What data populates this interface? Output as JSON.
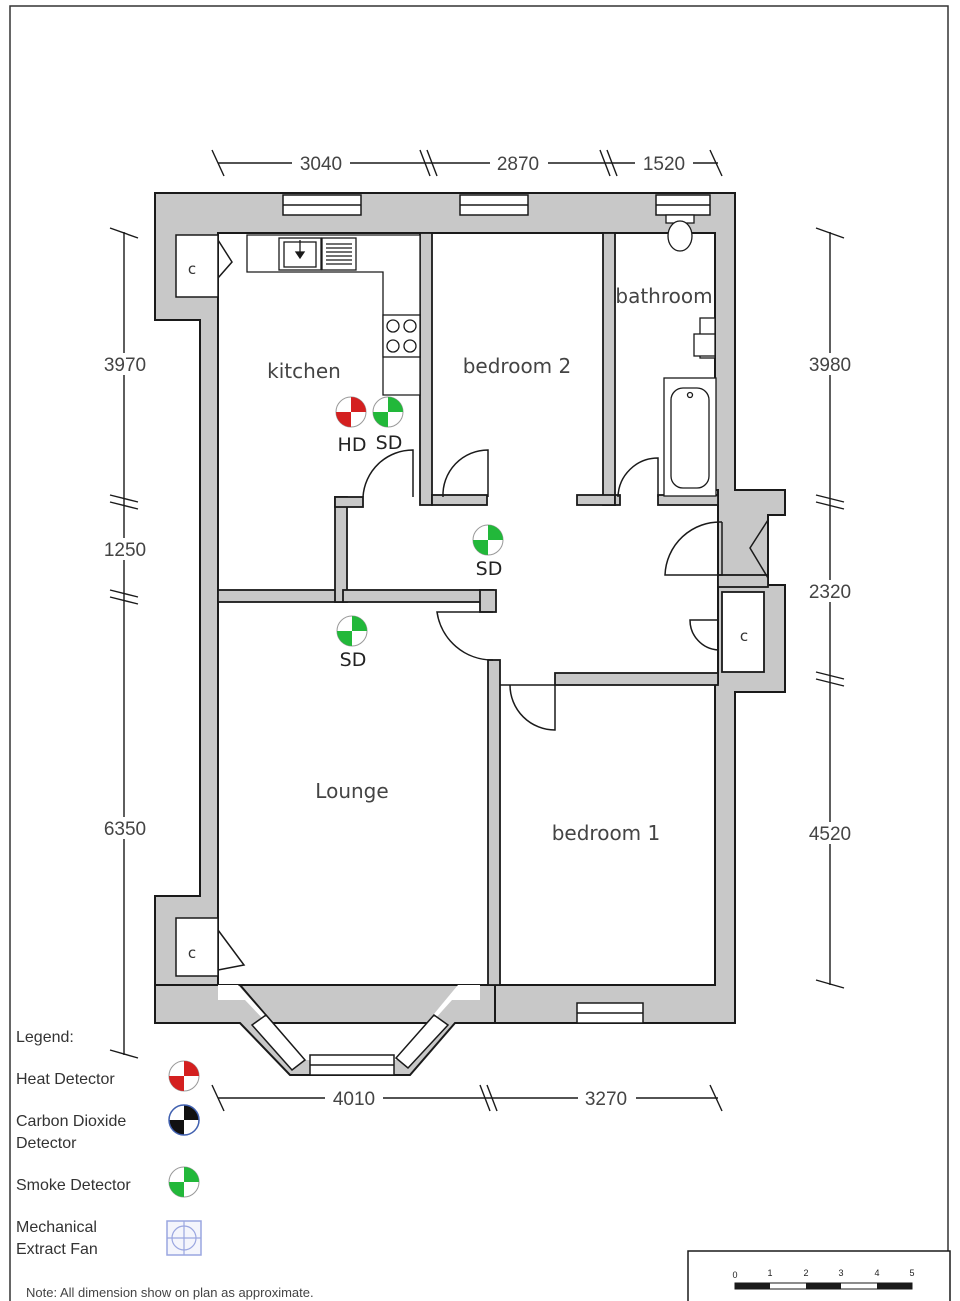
{
  "dimensions": {
    "top": [
      "3040",
      "2870",
      "1520"
    ],
    "left": [
      "3970",
      "1250",
      "6350"
    ],
    "right": [
      "3980",
      "2320",
      "4520"
    ],
    "bottom": [
      "4010",
      "3270"
    ]
  },
  "rooms": {
    "kitchen": "kitchen",
    "bedroom2": "bedroom 2",
    "bathroom": "bathroom",
    "lounge": "Lounge",
    "bedroom1": "bedroom 1"
  },
  "cupboard_label": "c",
  "detectors": {
    "hd": "HD",
    "sd": "SD"
  },
  "legend": {
    "title": "Legend:",
    "heat": "Heat Detector",
    "co2_line1": "Carbon Dioxide",
    "co2_line2": "Detector",
    "smoke": "Smoke Detector",
    "fan_line1": "Mechanical",
    "fan_line2": "Extract Fan"
  },
  "note": "Note: All dimension show on plan as approximate.",
  "scale_ticks": [
    "0",
    "1",
    "2",
    "3",
    "4",
    "5"
  ],
  "colors": {
    "wall_fill": "#c8c8c8",
    "wall_stroke": "#1a1a1a",
    "heat": "#d42020",
    "smoke": "#22b83a",
    "co2": "#111111",
    "fan": "#7080d0"
  }
}
